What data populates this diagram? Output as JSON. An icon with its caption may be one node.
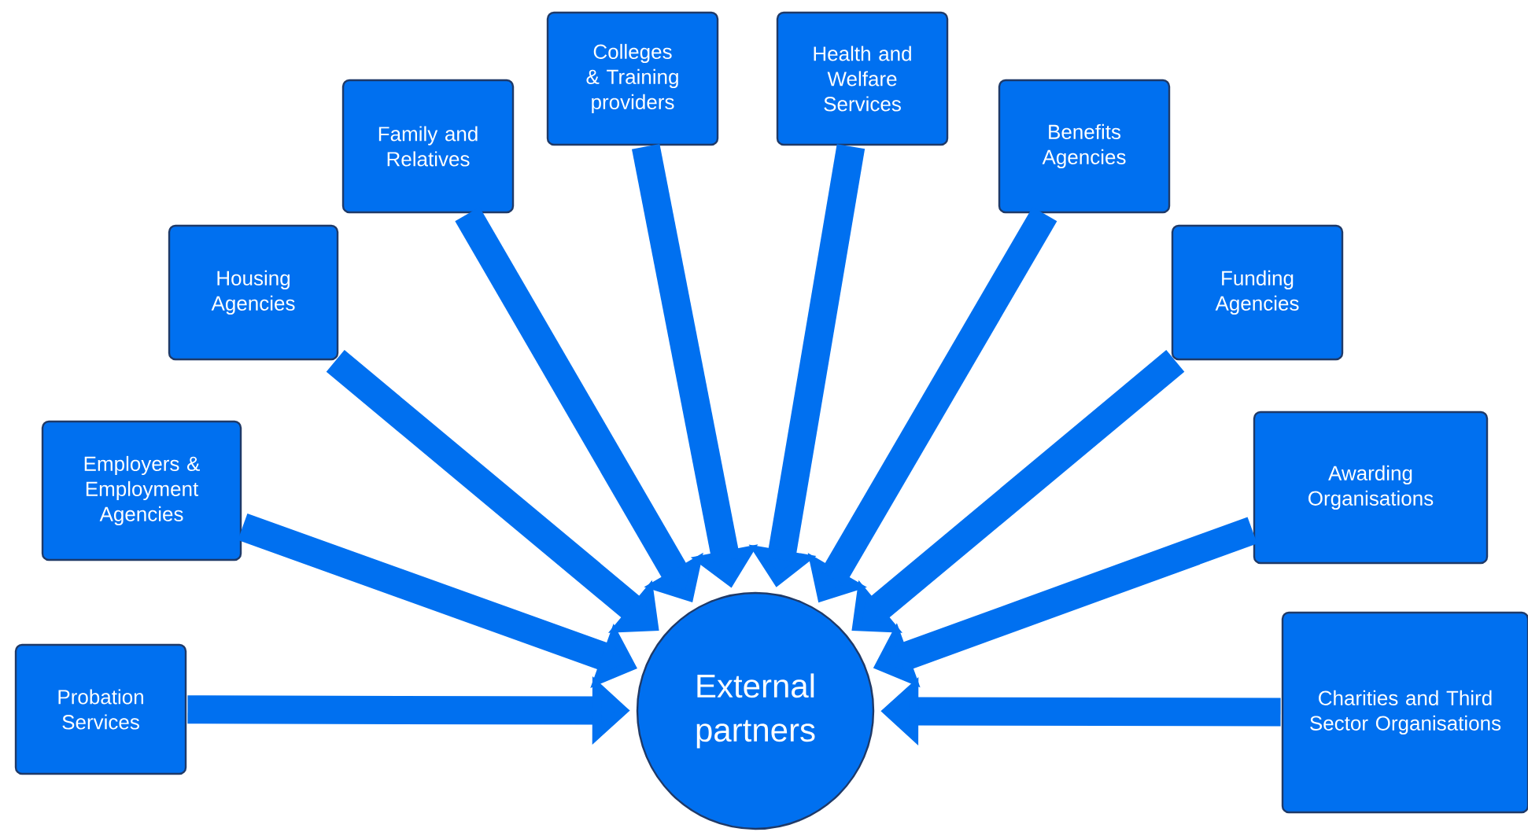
{
  "diagram": {
    "nodes": [
      {
        "text": [
          "Probation Services"
        ]
      },
      {
        "text": [
          "Employers & Employment Agencies"
        ]
      },
      {
        "text": [
          "Housing Agencies"
        ]
      },
      {
        "text": [
          "Family and Relatives"
        ]
      },
      {
        "text": [
          "Colleges & Training providers"
        ]
      },
      {
        "text": [
          "Health and Welfare Services"
        ]
      },
      {
        "text": [
          "Benefits Agencies"
        ]
      },
      {
        "text": [
          "Funding Agencies"
        ]
      },
      {
        "text": [
          "Awarding Organisations"
        ]
      },
      {
        "text": [
          "Charities and Third Sector Organisations"
        ]
      },
      {
        "text": [
          "External partners"
        ]
      }
    ],
    "edges": [
      {
        "from": 0,
        "to": 10,
        "arrow": "to"
      },
      {
        "from": 1,
        "to": 10,
        "arrow": "to"
      },
      {
        "from": 2,
        "to": 10,
        "arrow": "to"
      },
      {
        "from": 3,
        "to": 10,
        "arrow": "to"
      },
      {
        "from": 4,
        "to": 10,
        "arrow": "to"
      },
      {
        "from": 5,
        "to": 10,
        "arrow": "to"
      },
      {
        "from": 6,
        "to": 10,
        "arrow": "to"
      },
      {
        "from": 7,
        "to": 10,
        "arrow": "to"
      },
      {
        "from": 8,
        "to": 10,
        "arrow": "to"
      },
      {
        "from": 9,
        "to": 10,
        "arrow": "to"
      }
    ]
  }
}
